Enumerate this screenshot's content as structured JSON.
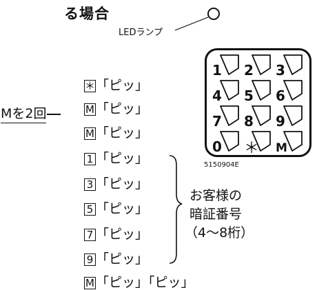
{
  "heading": "る場合",
  "led_label": "LEDランプ",
  "keypad": {
    "keys": [
      {
        "label": "1"
      },
      {
        "label": "2"
      },
      {
        "label": "3"
      },
      {
        "label": "4"
      },
      {
        "label": "5"
      },
      {
        "label": "6"
      },
      {
        "label": "7"
      },
      {
        "label": "8"
      },
      {
        "label": "9"
      },
      {
        "label": "0"
      },
      {
        "label": "＊"
      },
      {
        "label": "M"
      }
    ],
    "figure_code": "5150904E"
  },
  "steps": [
    {
      "key": "＊",
      "sound": "「ピッ」"
    },
    {
      "key": "M",
      "sound": "「ピッ」"
    },
    {
      "key": "M",
      "sound": "「ピッ」"
    },
    {
      "key": "1",
      "sound": "「ピッ」"
    },
    {
      "key": "3",
      "sound": "「ピッ」"
    },
    {
      "key": "5",
      "sound": "「ピッ」"
    },
    {
      "key": "7",
      "sound": "「ピッ」"
    },
    {
      "key": "9",
      "sound": "「ピッ」"
    },
    {
      "key": "M",
      "sound": "「ピッ」「ピッ」"
    }
  ],
  "press_m_twice": "Mを2回",
  "code_note": [
    "お客様の",
    "暗証番号",
    "（4〜8桁）"
  ]
}
